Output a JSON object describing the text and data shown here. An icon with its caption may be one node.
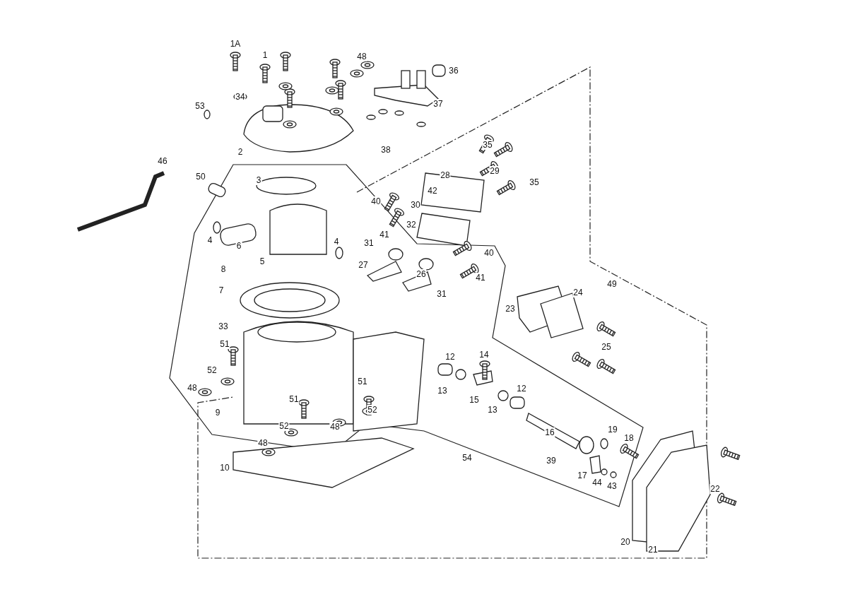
{
  "diagram": {
    "labels": [
      "1A",
      "1",
      "48",
      "36",
      "34",
      "37",
      "53",
      "38",
      "2",
      "35",
      "29",
      "28",
      "35",
      "46",
      "3",
      "50",
      "42",
      "40",
      "30",
      "32",
      "41",
      "4",
      "6",
      "4",
      "31",
      "40",
      "5",
      "27",
      "8",
      "41",
      "26",
      "31",
      "7",
      "49",
      "24",
      "23",
      "33",
      "25",
      "14",
      "51",
      "12",
      "52",
      "13",
      "51",
      "48",
      "15",
      "12",
      "13",
      "51",
      "9",
      "52",
      "48",
      "19",
      "18",
      "16",
      "52",
      "54",
      "39",
      "48",
      "22",
      "17",
      "44",
      "43",
      "10",
      "20",
      "21"
    ]
  }
}
